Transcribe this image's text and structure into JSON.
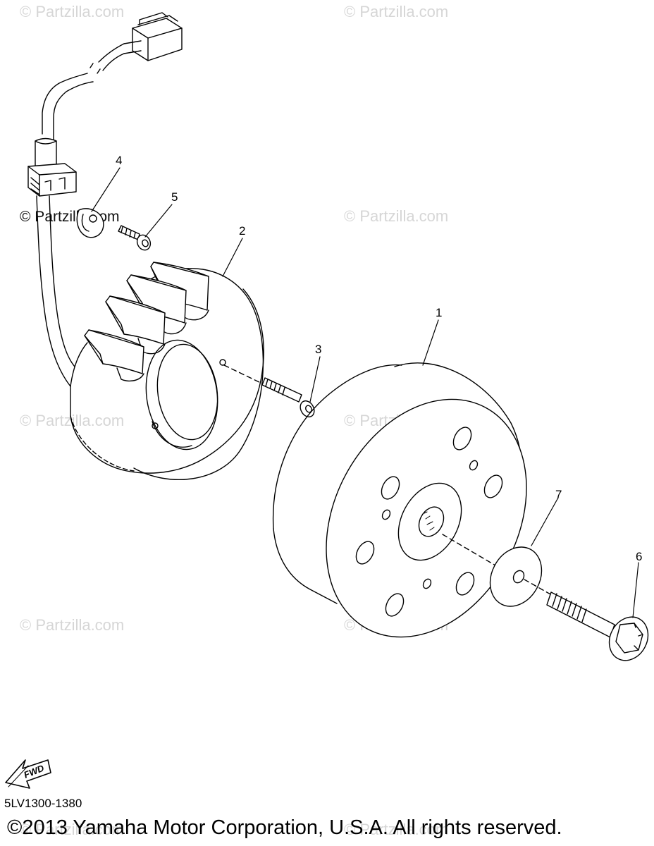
{
  "watermark": {
    "text": "© Partzilla.com",
    "color": "#d6d6d6"
  },
  "callouts": {
    "c1": "1",
    "c2": "2",
    "c3": "3",
    "c4": "4",
    "c5": "5",
    "c6": "6",
    "c7": "7"
  },
  "fwd_arrow": {
    "label": "FWD",
    "icon": "forward-arrow-icon"
  },
  "diagram_code": "5LV1300-1380",
  "copyright": "©2013 Yamaha Motor Corporation, U.S.A. All rights reserved.",
  "line_color": "#000000"
}
